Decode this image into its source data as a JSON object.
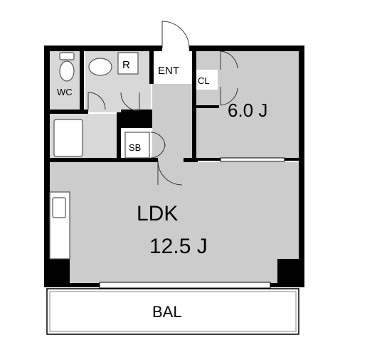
{
  "rooms": {
    "wc": "WC",
    "refrigerator": "R",
    "entrance": "ENT",
    "closet": "CL",
    "bedroom_size": "6.0 J",
    "shoe_box": "SB",
    "ldk": "LDK",
    "ldk_size": "12.5 J",
    "balcony": "BAL"
  },
  "colors": {
    "wall": "#000000",
    "floor": "#cccccc",
    "paper": "#ffffff",
    "fixture_line": "#555555"
  }
}
